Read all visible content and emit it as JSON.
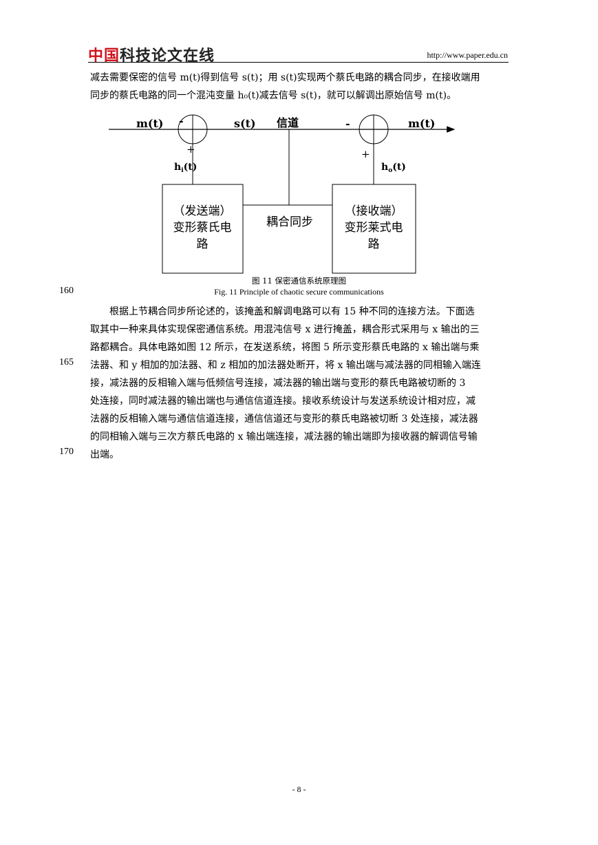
{
  "header": {
    "logo_red": "中国",
    "logo_dark": "科技论文在线",
    "url": "http://www.paper.edu.cn"
  },
  "intro_lines": [
    "减去需要保密的信号 m(t)得到信号 s(t)；用 s(t)实现两个蔡氏电路的耦合同步，在接收端用",
    "同步的蔡氏电路的同一个混沌变量 h₀(t)减去信号 s(t)，就可以解调出原始信号 m(t)。"
  ],
  "diagram": {
    "input_label": "m(t)",
    "minus_left": "-",
    "signal_label": "s(t)",
    "channel_label": "信道",
    "minus_right": "-",
    "output_label": "m(t)",
    "plus_left": "+",
    "plus_right": "+",
    "hi_base": "h",
    "hi_sub": "i",
    "hi_arg": "(t)",
    "ho_base": "h",
    "ho_sub": "o",
    "ho_arg": "(t)",
    "sender_lines": [
      "（发送端）",
      "变形蔡氏电",
      "路"
    ],
    "coupling_label": "耦合同步",
    "receiver_lines": [
      "（接收端）",
      "变形莱式电",
      "路"
    ]
  },
  "caption": {
    "cn": "图 11  保密通信系统原理图",
    "en": "Fig. 11 Principle of chaotic secure communications"
  },
  "line_numbers": [
    "160",
    "165",
    "170"
  ],
  "body_lines": [
    "根据上节耦合同步所论述的，该掩盖和解调电路可以有 15 种不同的连接方法。下面选",
    "取其中一种来具体实现保密通信系统。用混沌信号 x 进行掩盖，耦合形式采用与 x 输出的三",
    "路都耦合。具体电路如图 12 所示，在发送系统，将图 5 所示变形蔡氏电路的 x 输出端与乘",
    "法器、和 y 相加的加法器、和 z 相加的加法器处断开，将 x 输出端与减法器的同相输入端连",
    "接，减法器的反相输入端与低频信号连接，减法器的输出端与变形的蔡氏电路被切断的 3",
    "处连接，同时减法器的输出端也与通信信道连接。接收系统设计与发送系统设计相对应，减",
    "法器的反相输入端与通信信道连接，通信信道还与变形的蔡氏电路被切断 3 处连接，减法器",
    "的同相输入端与三次方蔡氏电路的 x 输出端连接，减法器的输出端即为接收器的解调信号输",
    "出端。"
  ],
  "page_number": "- 8 -"
}
